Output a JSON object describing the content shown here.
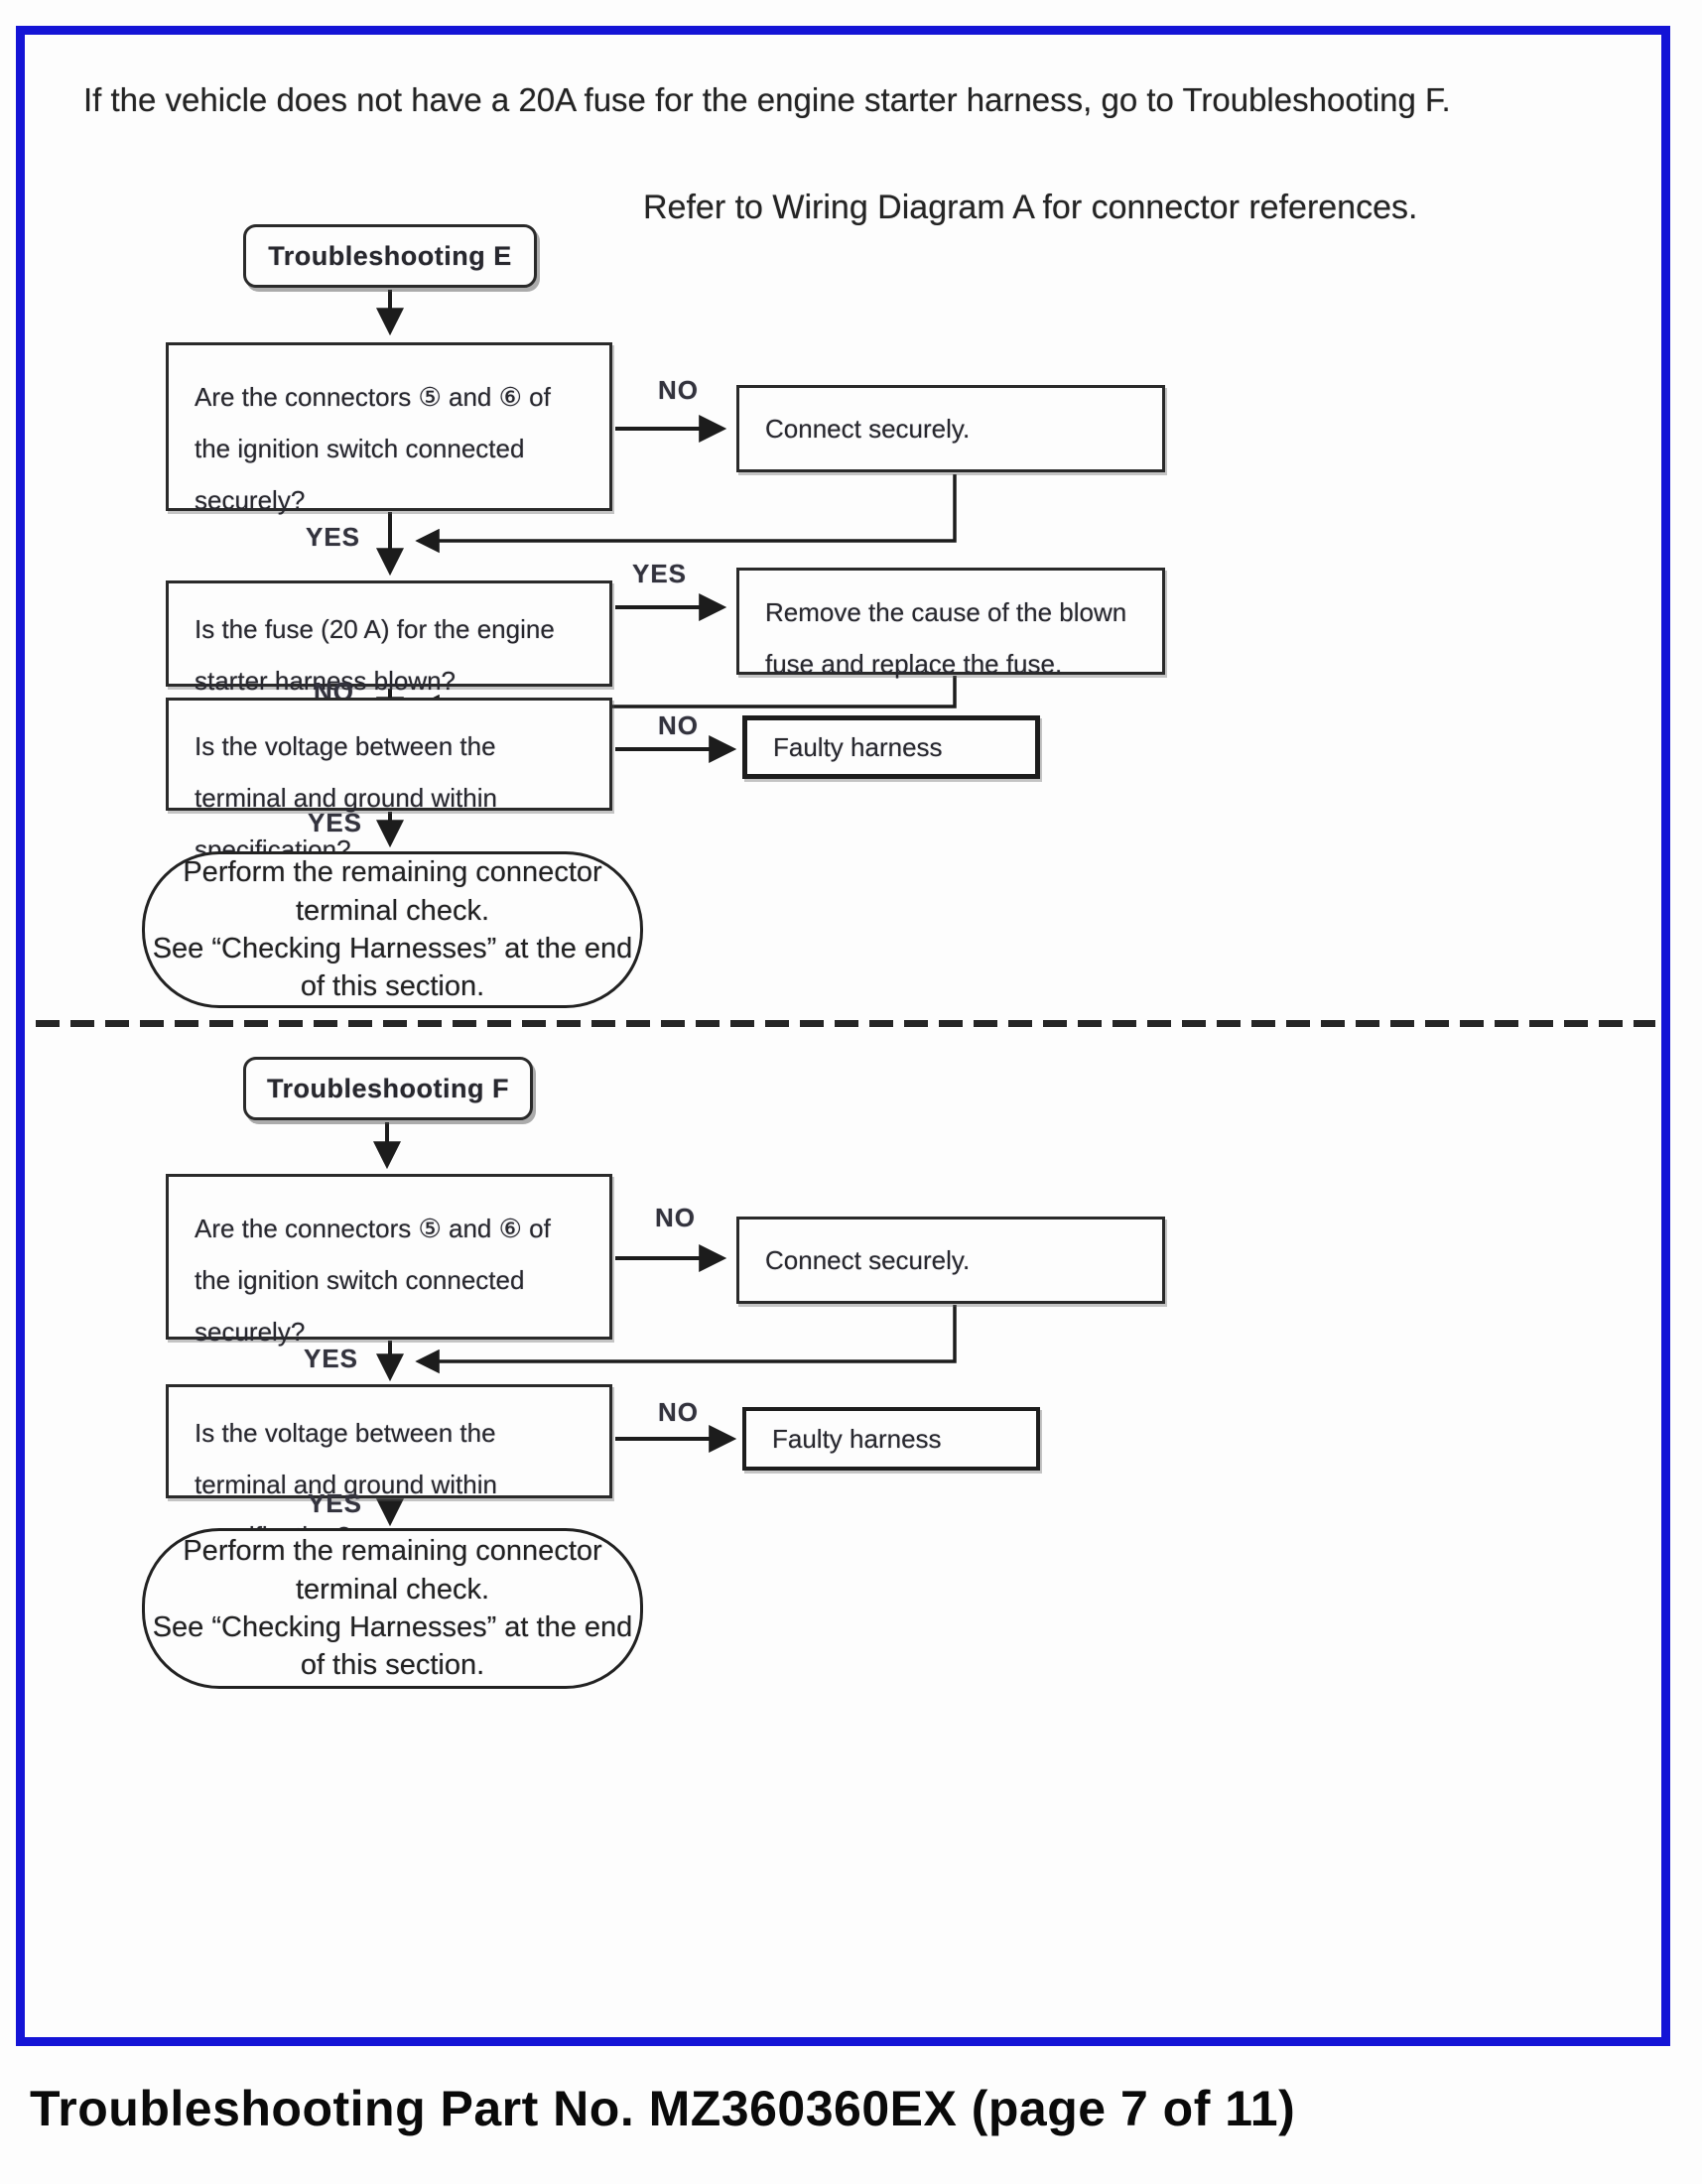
{
  "page": {
    "intro": "If the vehicle does not have a 20A fuse for the engine starter harness, go to Troubleshooting F.",
    "refer_note": "Refer to Wiring Diagram A for connector references.",
    "footer": "Troubleshooting Part No. MZ360360EX (page 7 of 11)"
  },
  "labels": {
    "yes": "YES",
    "no": "NO"
  },
  "flow_e": {
    "title": "Troubleshooting E",
    "q_connectors": "Are the connectors ⑤ and ⑥ of the ignition switch connected securely?",
    "a_connect": "Connect securely.",
    "q_fuse": "Is the fuse (20 A) for the engine starter harness blown?",
    "a_fuse": "Remove the cause of the blown fuse and replace the fuse.",
    "q_voltage": "Is the voltage between the terminal and ground within specification?",
    "a_faulty": "Faulty harness",
    "terminal": "Perform the remaining connector terminal check.\nSee “Checking Harnesses” at the end of this section."
  },
  "flow_f": {
    "title": "Troubleshooting F",
    "q_connectors": "Are the connectors ⑤ and ⑥ of the ignition switch connected securely?",
    "a_connect": "Connect securely.",
    "q_voltage": "Is the voltage between the terminal and ground within specification?",
    "a_faulty": "Faulty harness",
    "terminal": "Perform the remaining connector terminal check.\nSee “Checking Harnesses” at the end of this section."
  }
}
